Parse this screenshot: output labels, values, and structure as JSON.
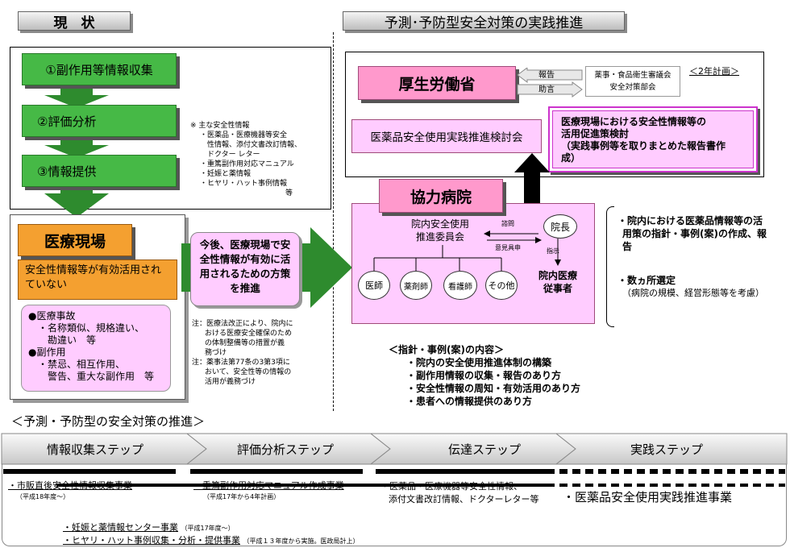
{
  "left_header": "現　状",
  "right_header": "予測･予防型安全対策の実践推進",
  "current": {
    "steps": [
      "①副作用等情報収集",
      "②評価分析",
      "③情報提供"
    ],
    "note_lines": [
      "※ 主な安全性情報",
      "・医薬品・医療機器等安全",
      "　性情報、添付文書改訂情報、",
      "　ドクター レター",
      "・重篤副作用対応マニュアル",
      "・妊娠と薬情報",
      "・ヒヤリ・ハット事例情報",
      "等"
    ],
    "field_title": "医療現場",
    "field_subtitle": "安全性情報等が有効活用されていない",
    "issues": {
      "cat1": "●医療事故",
      "cat1_items": [
        "・名称類似、規格違い、",
        "　勘違い　等"
      ],
      "cat2": "●副作用",
      "cat2_items": [
        "・禁忌、相互作用、",
        "　警告、重大な副作用　等"
      ]
    },
    "future_box": "今後、医療現場で安全性情報が有効に活用されるための方策を推進",
    "law_notes": [
      "注：医療法改正により、院内に",
      "おける医療安全確保のため",
      "の体制整備等の措置が義",
      "務づけ",
      "注：薬事法第77条の3第3項に",
      "おいて、安全性等の情報の",
      "活用が義務づけ"
    ]
  },
  "practice": {
    "mhlw": "厚生労働省",
    "report": "報告",
    "advice": "助言",
    "council": [
      "薬事・食品衛生審議会",
      "安全対策部会"
    ],
    "plan": "＜2年計画＞",
    "committee": "医薬品安全使用実践推進検討会",
    "study_box": [
      "医療現場における安全性情報等の",
      "活用促進策検討",
      "（実践事例等を取りまとめた報告書作",
      "成）"
    ],
    "hospital": "協力病院",
    "inhouse": [
      "院内安全使用",
      "推進委員会"
    ],
    "consult": "諮問",
    "opinion": "意見具申",
    "director": "院長",
    "instruct": "指示",
    "staff": [
      "院内医療",
      "従事者"
    ],
    "members": [
      "医師",
      "薬剤師",
      "看護師",
      "その他"
    ],
    "side_notes": [
      "・院内における医薬品情報等の活",
      "用策の指針・事例(案)の作成、報",
      "告",
      "・数ヵ所選定",
      "（病院の規模、経営形態等を考慮）"
    ],
    "contents_title": "＜指針・事例(案)の内容＞",
    "contents": [
      "・院内の安全使用推進体制の構築",
      "・副作用情報の収集・報告のあり方",
      "・安全性情報の周知・有効活用のあり方",
      "・患者への情報提供のあり方"
    ]
  },
  "bottom": {
    "title": "＜予測・予防型の安全対策の推進＞",
    "steps": [
      "情報収集ステップ",
      "評価分析ステップ",
      "伝達ステップ",
      "実践ステップ"
    ],
    "item1": "・市販直後安全性情報収集事業",
    "item1_note": "（平成18年度～）",
    "item2": "・重篤副作用対応マニュアル作成事業",
    "item2_note": "（平成17年から4年計画）",
    "item3": [
      "・医薬品・医療機器等安全性情報、",
      "添付文書改訂情報、ドクターレター等"
    ],
    "item4": "・医薬品安全使用実践推進事業",
    "item5": "・妊娠と薬情報センター事業",
    "item5_note": "（平成17年度～）",
    "item6": "・ヒヤリ・ハット事例収集・分析・提供事業",
    "item6_note": "（平成１３年度から実施。医政局計上）"
  }
}
